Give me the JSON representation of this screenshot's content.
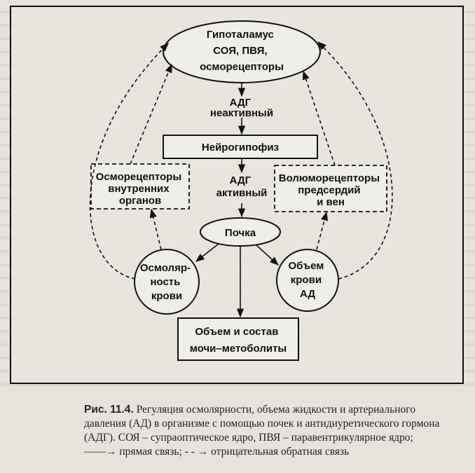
{
  "nodes": {
    "hypothalamus": [
      "Гипоталамус",
      "СОЯ, ПВЯ,",
      "осморецепторы"
    ],
    "adh_inactive": [
      "АДГ",
      "неактивный"
    ],
    "neurohypophysis": [
      "Нейрогипофиз"
    ],
    "adh_active": [
      "АДГ",
      "активный"
    ],
    "osmoreceptors": [
      "Осморецепторы",
      "внутренних",
      "органов"
    ],
    "volumoreceptors": [
      "Волюморецепторы",
      "предсердий",
      "и вен"
    ],
    "kidney": [
      "Почка"
    ],
    "osmolarity": [
      "Осмоляр-",
      "ность",
      "крови"
    ],
    "volume": [
      "Объем",
      "крови",
      "АД"
    ],
    "urine": [
      "Объем и состав",
      "мочи–метоболиты"
    ]
  },
  "caption": {
    "figure_number": "Рис. 11.4.",
    "line1": "Регуляция осмолярности, объема жидкости и артериального",
    "line2": "давления (АД) в организме с помощью почек и антидиуретического гормона",
    "line3": "(АДГ). СОЯ – супраоптическое ядро, ПВЯ – паравентрикулярное ядро;",
    "line4": "——→ прямая связь; - - → отрицательная обратная связь"
  }
}
